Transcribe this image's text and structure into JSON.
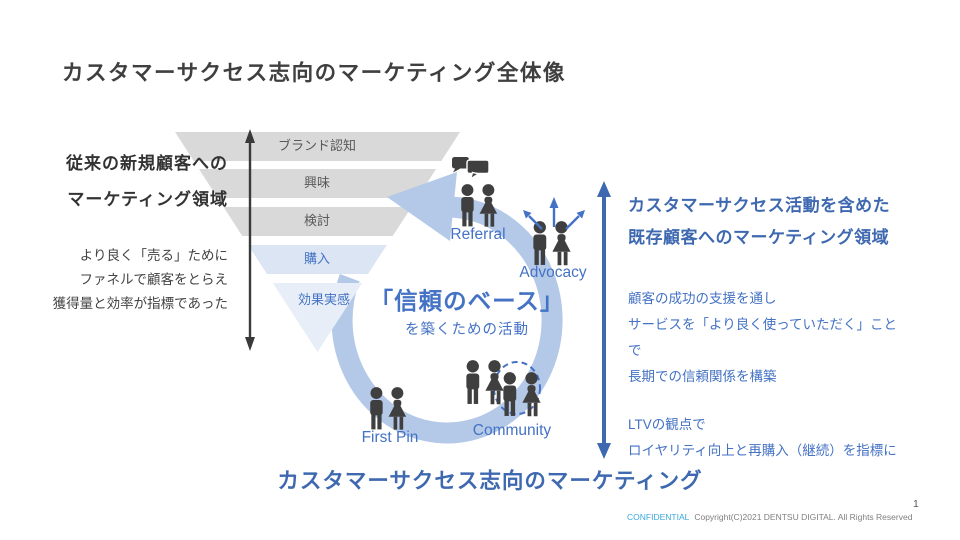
{
  "slide": {
    "title": "カスタマーサクセス志向のマーケティング全体像",
    "page_number": "1"
  },
  "left_section": {
    "heading_lines": [
      "従来の新規顧客への",
      "マーケティング領域"
    ],
    "body_lines": [
      "より良く「売る」ために",
      "ファネルで顧客をとらえ",
      "獲得量と効率が指標であった"
    ]
  },
  "funnel": {
    "levels": [
      {
        "label": "ブランド認知"
      },
      {
        "label": "興味"
      },
      {
        "label": "検討"
      },
      {
        "label": "購入"
      },
      {
        "label": "効果実感"
      }
    ]
  },
  "cycle": {
    "center_title": "「信頼のベース」",
    "center_subtitle": "を築くための活動",
    "nodes": [
      {
        "label": "Referral",
        "icons": [
          "speech-bubbles-icon",
          "couple-icon"
        ]
      },
      {
        "label": "Advocacy",
        "icons": [
          "radiating-arrows-icon",
          "couple-icon"
        ]
      },
      {
        "label": "Community",
        "icons": [
          "couple-icon",
          "couple-icon",
          "dashed-circle-icon"
        ]
      },
      {
        "label": "First Pin",
        "icons": [
          "couple-icon"
        ]
      }
    ]
  },
  "right_section": {
    "heading_lines": [
      "カスタマーサクセス活動を含めた",
      "既存顧客へのマーケティング領域"
    ],
    "body_lines": [
      "顧客の成功の支援を通し",
      "サービスを「より良く使っていただく」こと",
      "で",
      "長期での信頼関係を構築"
    ],
    "metrics_lines": [
      "LTVの観点で",
      "ロイヤリティ向上と再購入（継続）を指標に"
    ]
  },
  "bottom_title": "カスタマーサクセス志向のマーケティング",
  "footer": {
    "confidential": "CONFIDENTIAL",
    "copyright": "Copyright(C)2021  DENTSU DIGITAL. All Rights Reserved"
  },
  "colors": {
    "ink": "#3f3f3f",
    "text-gray": "#595959",
    "funnel-gray": "#d9d9d9",
    "funnel-blue": "#dbe5f4",
    "funnel-blue-light": "#e7eef8",
    "ring": "#b4c9e8",
    "blue": "#4472c4",
    "blue-dark": "#3e68b0",
    "lightblue": "#3aa7dc",
    "footer-gray": "#7f7f7f"
  }
}
